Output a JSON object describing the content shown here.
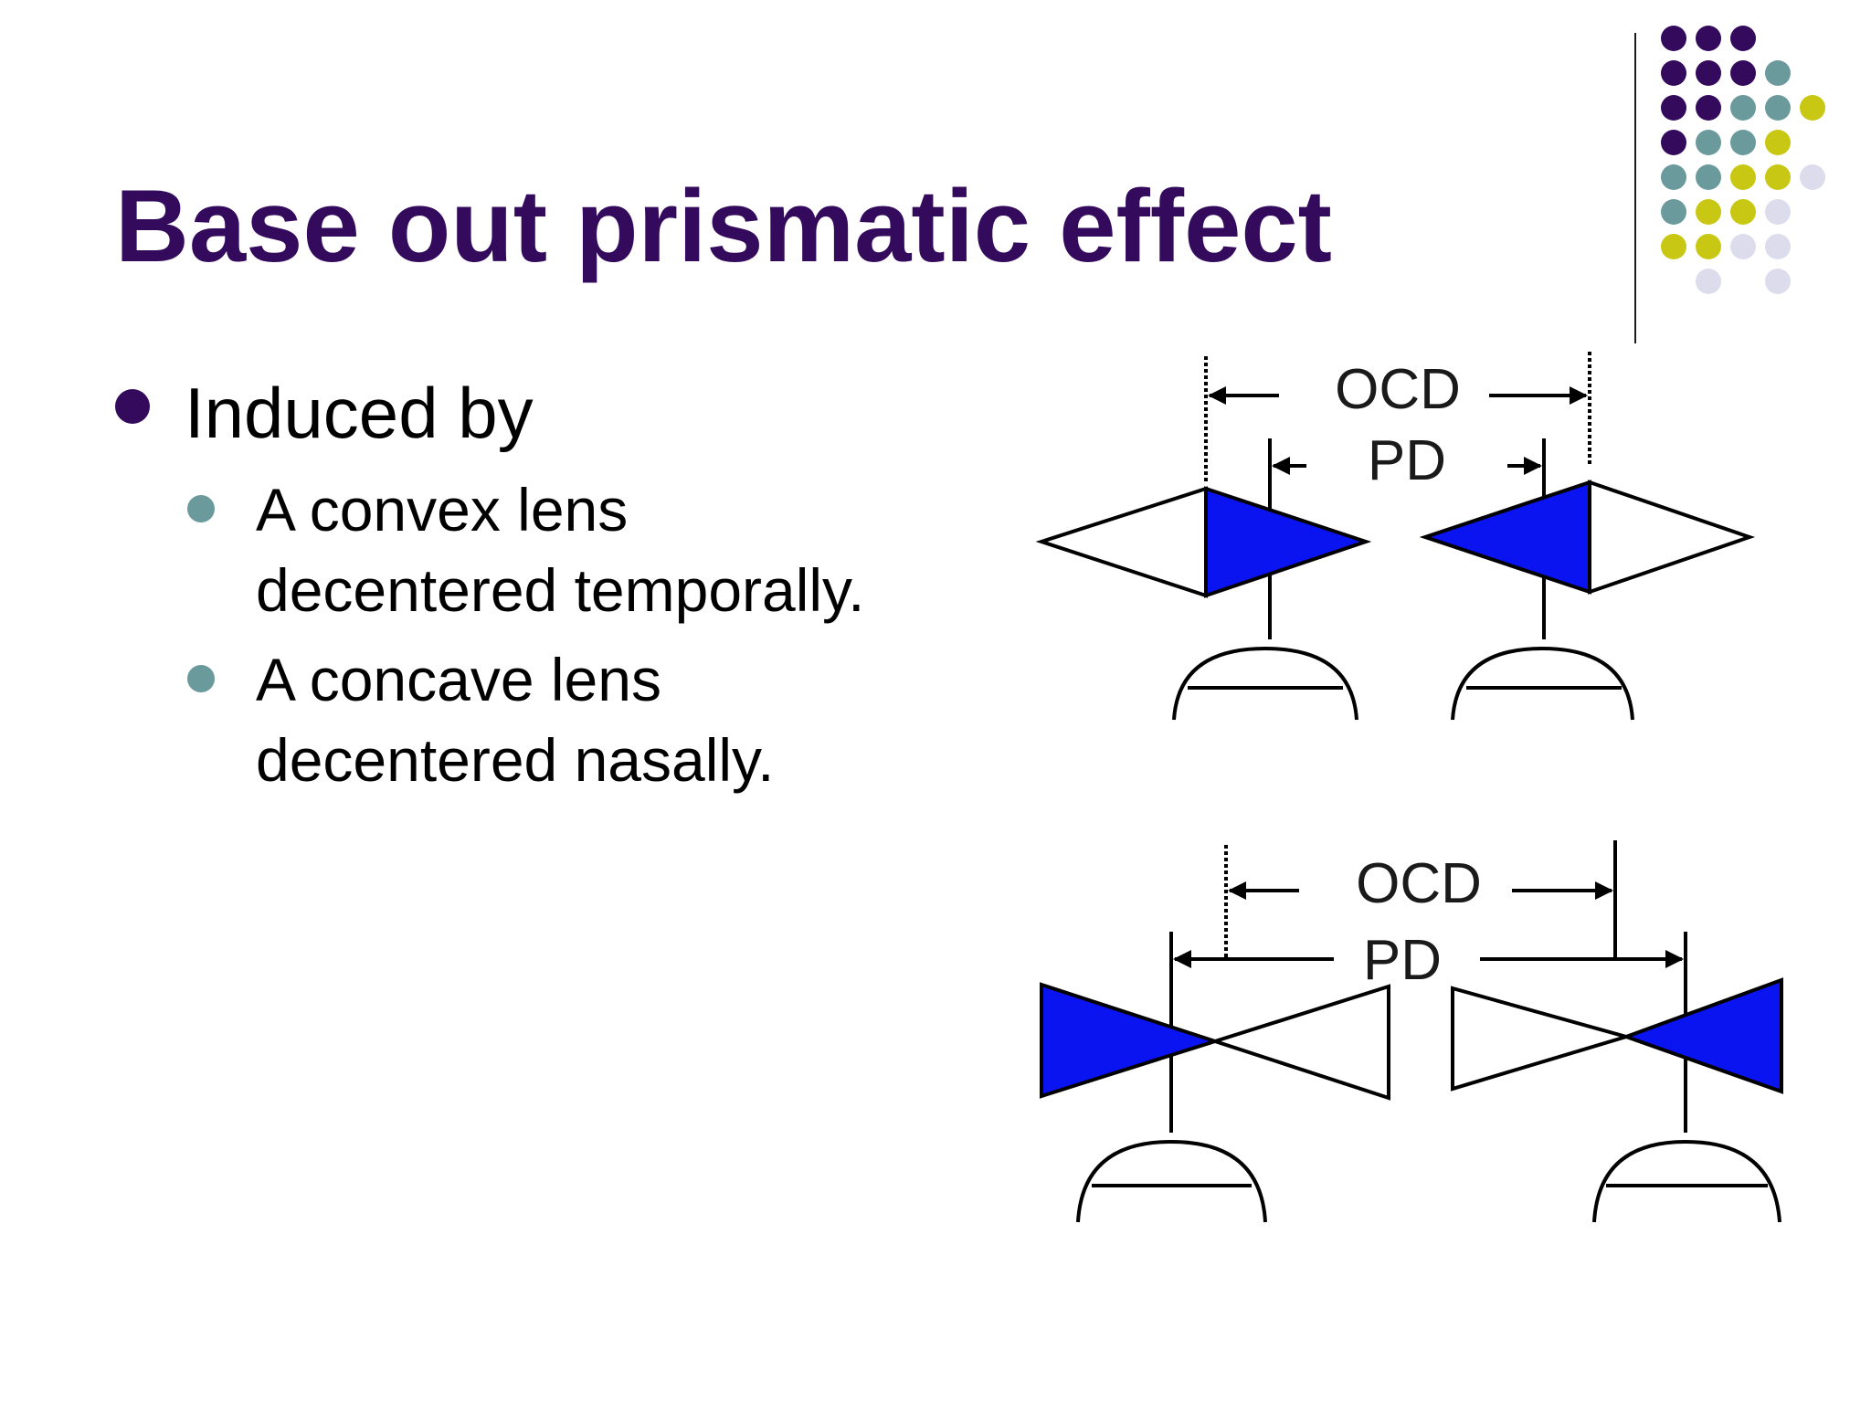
{
  "slide": {
    "title": "Base out prismatic effect",
    "bullet": {
      "text": "Induced by",
      "subitems": [
        {
          "line1": "A convex lens",
          "line2": "decentered temporally."
        },
        {
          "line1": "A concave lens",
          "line2": "decentered nasally."
        }
      ]
    },
    "diagram": {
      "top": {
        "ocd_label": "OCD",
        "pd_label": "PD"
      },
      "bottom": {
        "ocd_label": "OCD",
        "pd_label": "PD"
      }
    }
  },
  "colors": {
    "title": "#330a5c",
    "bullet_level1": "#330a5c",
    "bullet_level2": "#6b9a9c",
    "prism_fill": "#0a14f0",
    "dot_purple": "#330a5c",
    "dot_teal": "#6b9a9c",
    "dot_yellow": "#c8c814",
    "dot_lavender": "#dcdcec"
  },
  "icons": {
    "decoration": "dot-grid-decoration",
    "level1_bullet": "round-bullet-icon",
    "level2_bullet": "round-bullet-icon"
  }
}
